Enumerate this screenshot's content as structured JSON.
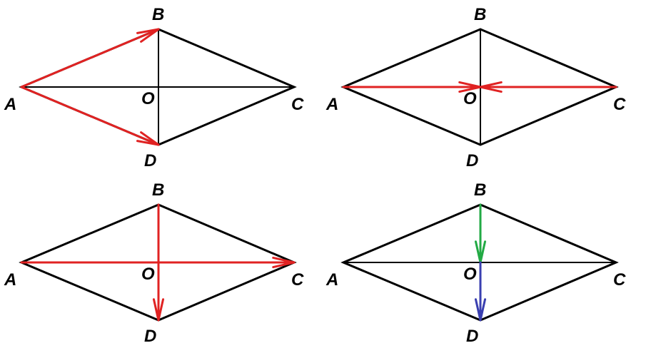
{
  "colors": {
    "outline": "#000000",
    "red": "#e02222",
    "green": "#22aa44",
    "blue": "#3a3fb0"
  },
  "diagrams": [
    {
      "labels": {
        "A": "A",
        "B": "B",
        "C": "C",
        "D": "D",
        "O": "O"
      },
      "vectors": [
        {
          "from": "A",
          "to": "B",
          "color": "red"
        },
        {
          "from": "A",
          "to": "D",
          "color": "red"
        }
      ]
    },
    {
      "labels": {
        "A": "A",
        "B": "B",
        "C": "C",
        "D": "D",
        "O": "O"
      },
      "vectors": [
        {
          "from": "A",
          "to": "O",
          "color": "red"
        },
        {
          "from": "C",
          "to": "O",
          "color": "red"
        }
      ]
    },
    {
      "labels": {
        "A": "A",
        "B": "B",
        "C": "C",
        "D": "D",
        "O": "O"
      },
      "vectors": [
        {
          "from": "A",
          "to": "C",
          "color": "red"
        },
        {
          "from": "B",
          "to": "D",
          "color": "red"
        }
      ]
    },
    {
      "labels": {
        "A": "A",
        "B": "B",
        "C": "C",
        "D": "D",
        "O": "O"
      },
      "vectors": [
        {
          "from": "B",
          "to": "O",
          "color": "green"
        },
        {
          "from": "O",
          "to": "D",
          "color": "blue"
        }
      ]
    }
  ]
}
